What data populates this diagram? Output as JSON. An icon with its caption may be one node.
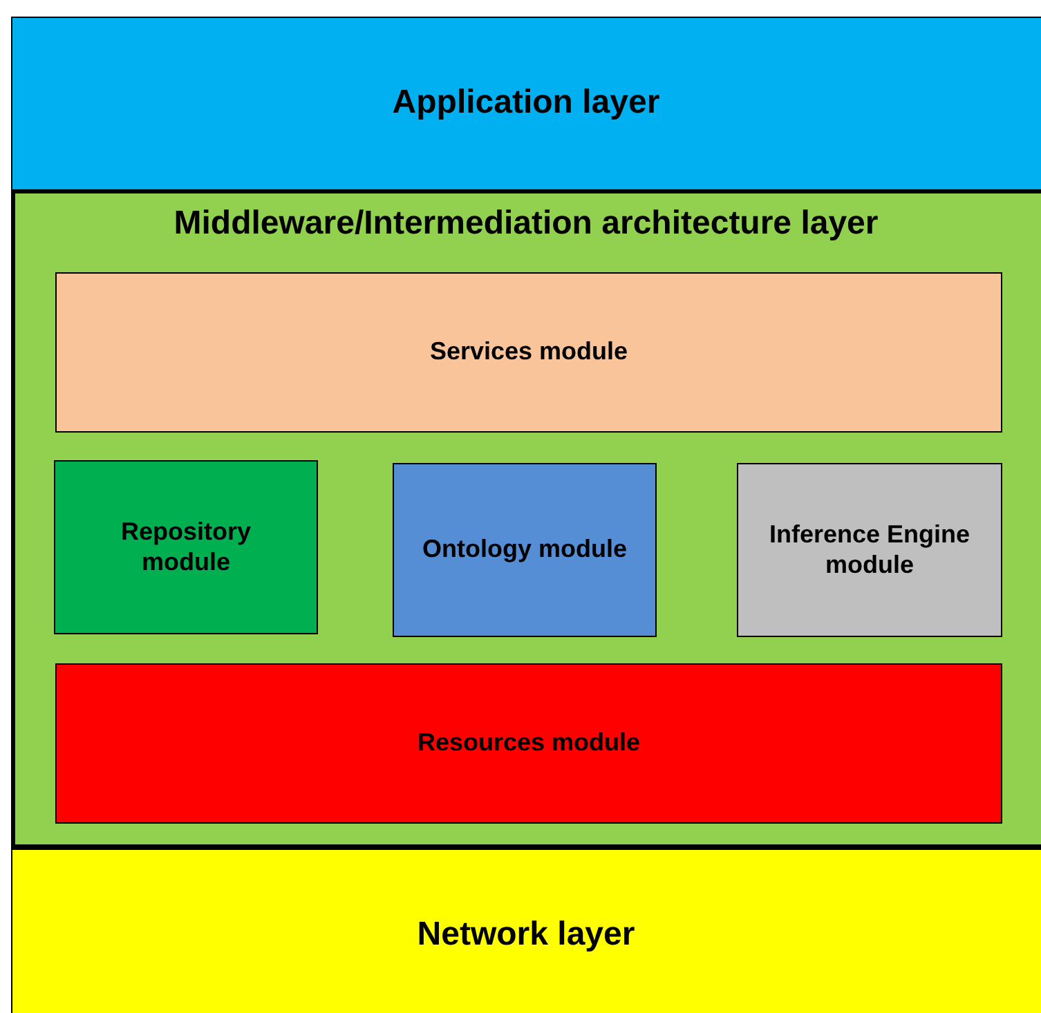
{
  "diagram": {
    "nodes": [
      {
        "text": [
          "Application layer"
        ]
      },
      {
        "text": [
          "Middleware/Intermediation architecture layer"
        ]
      },
      {
        "text": [
          "Services module"
        ],
        "in": 1
      },
      {
        "text": [
          "Repository module"
        ],
        "in": 1
      },
      {
        "text": [
          "Ontology module"
        ],
        "in": 1
      },
      {
        "text": [
          "Inference Engine module"
        ],
        "in": 1
      },
      {
        "text": [
          "Resources module"
        ],
        "in": 1
      },
      {
        "text": [
          "Network layer"
        ]
      }
    ]
  }
}
